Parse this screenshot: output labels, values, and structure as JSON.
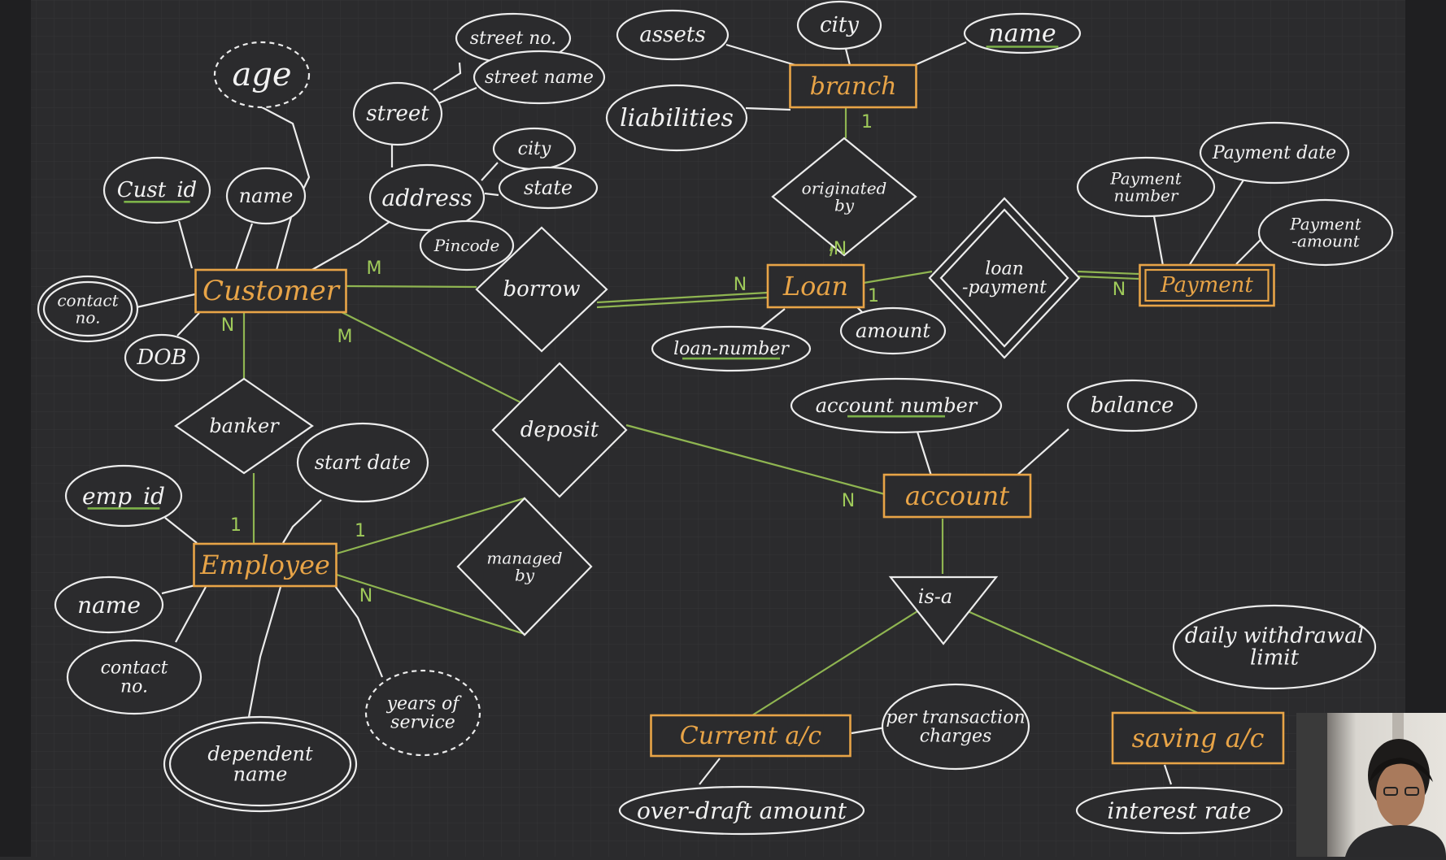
{
  "diagram": {
    "entities": [
      {
        "id": "customer",
        "label": "Customer"
      },
      {
        "id": "branch",
        "label": "branch"
      },
      {
        "id": "loan",
        "label": "Loan"
      },
      {
        "id": "payment",
        "label": "Payment"
      },
      {
        "id": "employee",
        "label": "Employee"
      },
      {
        "id": "account",
        "label": "account"
      },
      {
        "id": "current",
        "label": "Current a/c"
      },
      {
        "id": "saving",
        "label": "saving a/c"
      }
    ],
    "relationships": [
      {
        "id": "borrow",
        "label": "borrow"
      },
      {
        "id": "originated",
        "label": [
          "originated",
          "by"
        ]
      },
      {
        "id": "loanpay",
        "label": [
          "loan",
          "-payment"
        ]
      },
      {
        "id": "banker",
        "label": "banker"
      },
      {
        "id": "deposit",
        "label": "deposit"
      },
      {
        "id": "managed",
        "label": [
          "managed",
          "by"
        ]
      },
      {
        "id": "isa",
        "label": "is-a"
      }
    ],
    "attributes": [
      {
        "id": "age",
        "label": "age"
      },
      {
        "id": "cust_id",
        "label": "Cust_id"
      },
      {
        "id": "cust_name",
        "label": "name"
      },
      {
        "id": "contact_no",
        "label": [
          "contact",
          "no."
        ]
      },
      {
        "id": "dob",
        "label": "DOB"
      },
      {
        "id": "street",
        "label": "street"
      },
      {
        "id": "street_no",
        "label": "street no."
      },
      {
        "id": "street_name",
        "label": "street name"
      },
      {
        "id": "address",
        "label": "address"
      },
      {
        "id": "city_addr",
        "label": "city"
      },
      {
        "id": "state",
        "label": "state"
      },
      {
        "id": "pincode",
        "label": "Pincode"
      },
      {
        "id": "assets",
        "label": "assets"
      },
      {
        "id": "city_branch",
        "label": "city"
      },
      {
        "id": "branch_name",
        "label": "name"
      },
      {
        "id": "liabilities",
        "label": "liabilities"
      },
      {
        "id": "payment_number",
        "label": [
          "Payment",
          "number"
        ]
      },
      {
        "id": "payment_date",
        "label": "Payment date"
      },
      {
        "id": "payment_amount",
        "label": [
          "Payment",
          "-amount"
        ]
      },
      {
        "id": "loan_number",
        "label": "loan-number"
      },
      {
        "id": "amount",
        "label": "amount"
      },
      {
        "id": "emp_id",
        "label": "emp_id"
      },
      {
        "id": "start_date",
        "label": "start date"
      },
      {
        "id": "emp_name",
        "label": "name"
      },
      {
        "id": "emp_contact",
        "label": [
          "contact",
          "no."
        ]
      },
      {
        "id": "dependent_name",
        "label": [
          "dependent",
          "name"
        ]
      },
      {
        "id": "years_service",
        "label": [
          "years of",
          "service"
        ]
      },
      {
        "id": "account_number",
        "label": "account number"
      },
      {
        "id": "balance",
        "label": "balance"
      },
      {
        "id": "per_txn",
        "label": [
          "per transaction",
          "charges"
        ]
      },
      {
        "id": "overdraft",
        "label": "over-draft amount"
      },
      {
        "id": "daily_limit",
        "label": [
          "daily withdrawal",
          "limit"
        ]
      },
      {
        "id": "interest_rate",
        "label": "interest rate"
      }
    ],
    "cardinalities": {
      "cust_borrow": "M",
      "loan_borrow": "N",
      "branch_orig": "1",
      "loan_orig": "N",
      "loan_lp": "1",
      "pay_lp": "N",
      "cust_banker": "N",
      "emp_banker": "1",
      "cust_deposit": "M",
      "acct_deposit": "N",
      "emp_managed_1": "1",
      "emp_managed_n": "N"
    }
  },
  "colors": {
    "background": "#2b2b2d",
    "grid": "#353538",
    "chalk": "#ececec",
    "entity": "#e8a447",
    "relation_line": "#8fb551",
    "card": "#9fca5a",
    "key_underline": "#7db24a"
  }
}
